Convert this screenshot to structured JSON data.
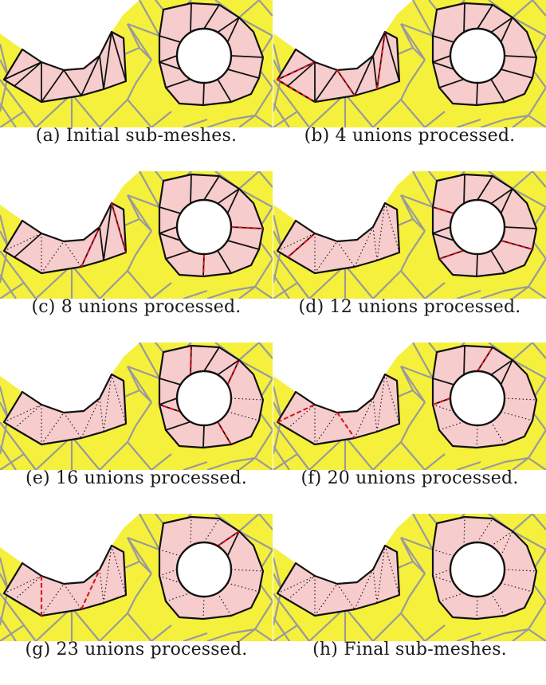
{
  "figure": {
    "panels": [
      {
        "caption": "(a) Initial sub-meshes.",
        "boundary_edges": 0,
        "interior_dotted": 0
      },
      {
        "caption": "(b) 4 unions processed.",
        "boundary_edges": 4,
        "interior_dotted": 0
      },
      {
        "caption": "(c) 8 unions processed.",
        "boundary_edges": 4,
        "interior_dotted": 4
      },
      {
        "caption": "(d) 12 unions processed.",
        "boundary_edges": 4,
        "interior_dotted": 8
      },
      {
        "caption": "(e) 16 unions processed.",
        "boundary_edges": 4,
        "interior_dotted": 12
      },
      {
        "caption": "(f) 20 unions processed.",
        "boundary_edges": 4,
        "interior_dotted": 16
      },
      {
        "caption": "(g) 23 unions processed.",
        "boundary_edges": 3,
        "interior_dotted": 20
      },
      {
        "caption": "(h) Final sub-meshes.",
        "boundary_edges": 0,
        "interior_dotted": 23
      }
    ],
    "colors": {
      "background_mesh": "#f5f03c",
      "mesh_lines": "#9a9a9a",
      "submesh_fill": "#f7cccc",
      "submesh_edge": "#111111",
      "union_edge": "#e8141e",
      "hole": "#ffffff"
    }
  }
}
